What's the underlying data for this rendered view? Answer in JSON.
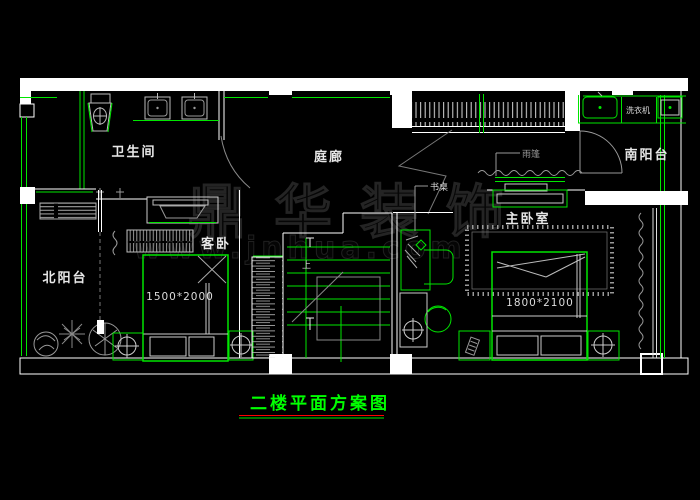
{
  "drawing": {
    "title": "二楼平面方案图",
    "rooms": {
      "bathroom": "卫生间",
      "corridor": "庭廊",
      "south_balcony": "南阳台",
      "north_balcony": "北阳台",
      "guest_bedroom": "客卧",
      "master_bedroom": "主卧室"
    },
    "labels": {
      "washing_machine": "洗衣机",
      "desk": "书桌",
      "canopy": "雨篷",
      "stair_up": "上",
      "guest_bed_dim": "1500*2000",
      "master_bed_dim": "1800*2100"
    },
    "watermark": {
      "name": "鼎华装饰",
      "url": "www.jnhua.com"
    },
    "colors": {
      "background": "#000000",
      "wall_white": "#ffffff",
      "accent_green": "#00e600",
      "detail_gray": "#999999",
      "title_green": "#00ff00",
      "underline_red": "#ff0000"
    }
  }
}
